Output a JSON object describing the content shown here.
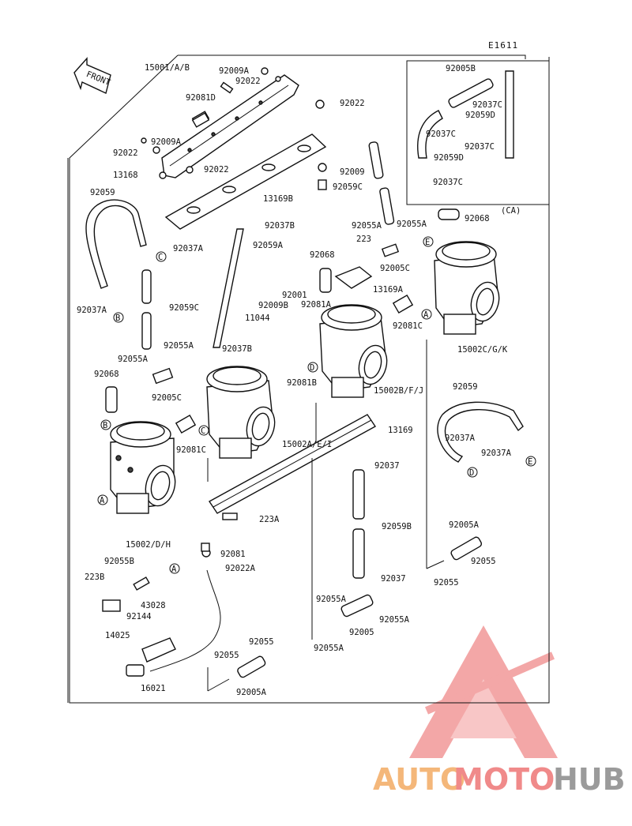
{
  "diagram_code": "E1611",
  "front_label": "FRONT",
  "ca_label": "(CA)",
  "circle_letters": {
    "a": "A",
    "b": "B",
    "c": "C",
    "d": "D",
    "e": "E"
  },
  "parts": {
    "p15001": "15001/A/B",
    "p92009a_top": "92009A",
    "p92022_top1": "92022",
    "p92022_top2": "92022",
    "p92081d": "92081D",
    "p92009a_left": "92009A",
    "p92022_left1": "92022",
    "p92022_left2": "92022",
    "p13168": "13168",
    "p13169b": "13169B",
    "p92009": "92009",
    "p92059c_top": "92059C",
    "p92059_left": "92059",
    "p92037a_left1": "92037A",
    "p92037a_left2": "92037A",
    "p92037b_top": "92037B",
    "p92059a": "92059A",
    "p92059c_left": "92059C",
    "p92037b_mid": "92037B",
    "p92055a_l1": "92055A",
    "p92055a_l2": "92055A",
    "p92068_left": "92068",
    "p92005c_left": "92005C",
    "p92081c_left": "92081C",
    "p92068_mid": "92068",
    "p92001": "92001",
    "p92009b": "92009B",
    "p92081a": "92081A",
    "p11044": "11044",
    "p92081b": "92081B",
    "p223": "223",
    "p92055a_m1": "92055A",
    "p92055a_m2": "92055A",
    "p13169a": "13169A",
    "p92005c_mid": "92005C",
    "p92081c_right": "92081C",
    "p92068_right": "92068",
    "p15002cgk": "15002C/G/K",
    "p15002bfj": "15002B/F/J",
    "p15002aei": "15002A/E/I",
    "p13169": "13169",
    "p92059_right": "92059",
    "p92037a_r1": "92037A",
    "p92037a_r2": "92037A",
    "p15002dh": "15002/D/H",
    "p223a": "223A",
    "p92037_top": "92037",
    "p92059b": "92059B",
    "p92081": "92081",
    "p92022a": "92022A",
    "p92005a_right": "92005A",
    "p92055_r1": "92055",
    "p92055_r2": "92055",
    "p92055b": "92055B",
    "p223b": "223B",
    "p43028": "43028",
    "p92144": "92144",
    "p14025": "14025",
    "p92037_bot": "92037",
    "p92055a_b1": "92055A",
    "p92055a_b2": "92055A",
    "p92055a_b3": "92055A",
    "p92005": "92005",
    "p92055_b1": "92055",
    "p92055_b2": "92055",
    "p92005a_bot": "92005A",
    "p16021": "16021",
    "ca_92005b": "92005B",
    "ca_92037c_1": "92037C",
    "ca_92059d_1": "92059D",
    "ca_92037c_2": "92037C",
    "ca_92037c_3": "92037C",
    "ca_92059d_2": "92059D",
    "ca_92037c_4": "92037C"
  },
  "watermark": {
    "part1": "AUTO",
    "part2": "MOTO",
    "part3": "HUB",
    "color_orange": "#f4b77a",
    "color_red": "#f08a8a",
    "color_gray": "#9b9b9b"
  }
}
